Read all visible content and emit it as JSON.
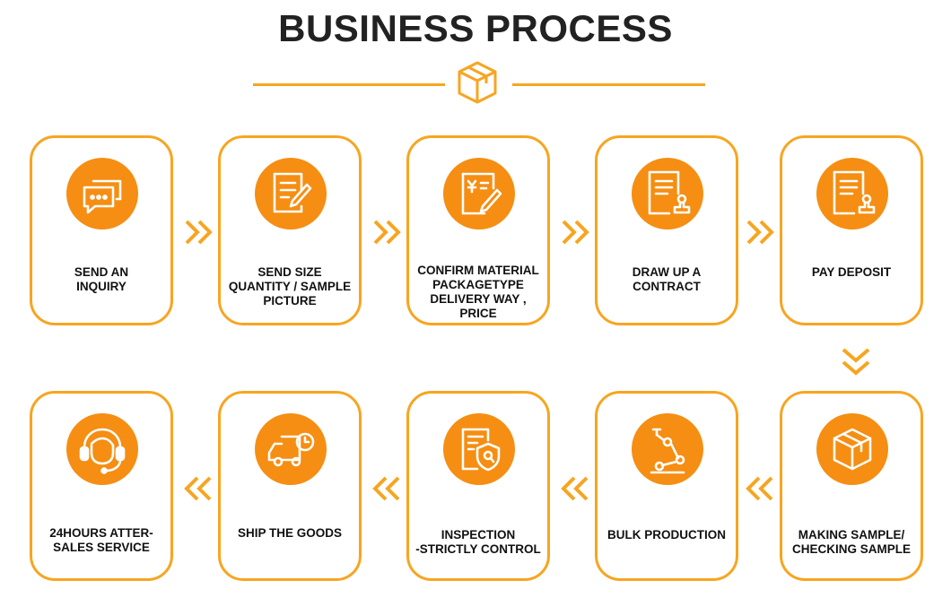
{
  "header": {
    "title": "BUSINESS PROCESS",
    "icon": "box-icon"
  },
  "colors": {
    "accent": "#f7a521",
    "circle": "#f58e12",
    "text": "#111111"
  },
  "steps": [
    {
      "label": "SEND AN\nINQUIRY",
      "icon": "chat-bubbles-icon"
    },
    {
      "label": "SEND SIZE\nQUANTITY / SAMPLE\nPICTURE",
      "icon": "edit-document-icon"
    },
    {
      "label": "CONFIRM MATERIAL\nPACKAGETYPE\nDELIVERY WAY , PRICE",
      "icon": "price-document-icon"
    },
    {
      "label": "DRAW UP A\nCONTRACT",
      "icon": "contract-stamp-icon"
    },
    {
      "label": "PAY DEPOSIT",
      "icon": "deposit-stamp-icon"
    },
    {
      "label": "MAKING SAMPLE/\nCHECKING SAMPLE",
      "icon": "box-icon"
    },
    {
      "label": "BULK PRODUCTION",
      "icon": "robot-arm-icon"
    },
    {
      "label": "INSPECTION\n-STRICTLY CONTROL",
      "icon": "inspection-shield-icon"
    },
    {
      "label": "SHIP THE GOODS",
      "icon": "delivery-truck-icon"
    },
    {
      "label": "24HOURS ATTER-\nSALES SERVICE",
      "icon": "headset-service-icon"
    }
  ]
}
